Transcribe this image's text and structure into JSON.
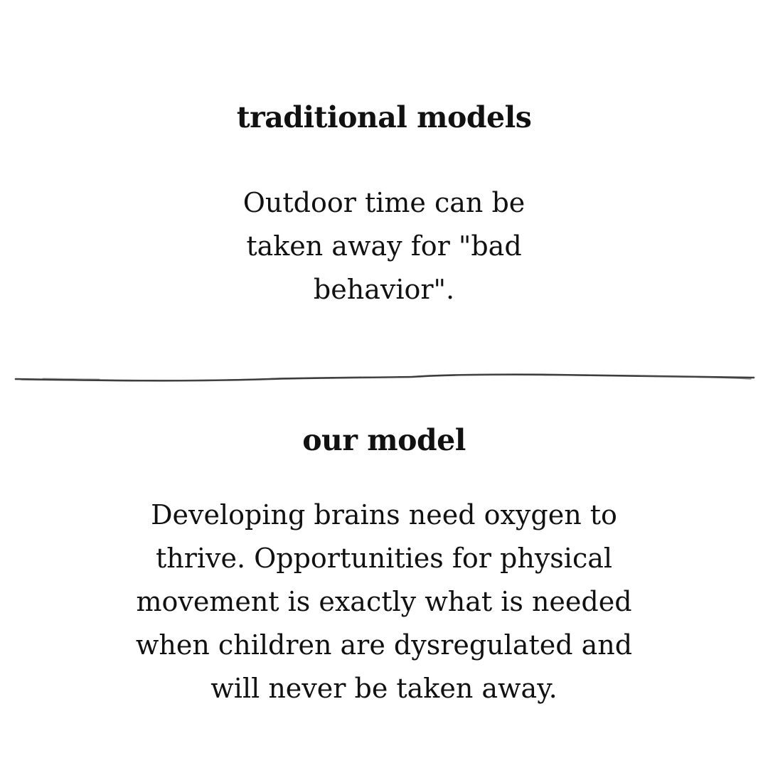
{
  "traditional": {
    "heading": "traditional models",
    "body": "Outdoor time can be taken away for \"bad behavior\"."
  },
  "ours": {
    "heading": "our model",
    "body": "Developing brains need oxygen to thrive. Opportunities for physical movement is exactly what is needed when children are dysregulated and will never be taken away."
  },
  "colors": {
    "text": "#111111",
    "divider": "#2a2a2a",
    "background": "#ffffff"
  }
}
